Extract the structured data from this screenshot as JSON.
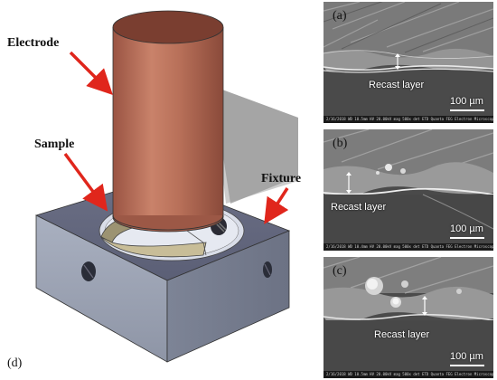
{
  "cad": {
    "electrode_label": "Electrode",
    "sample_label": "Sample",
    "fixture_label": "Fixture",
    "panel_tag": "(d)"
  },
  "colors": {
    "electrode": "#b9705a",
    "fixture": "#9aa2b3",
    "arrow": "#e0261c"
  },
  "sem_panels": [
    {
      "tag": "(a)",
      "recast_label": "Recast layer",
      "scale_label": "100 µm",
      "info": "2/16/2018  WD 10.5mm  HV 20.00kV  mag 500x  det ETD  Quanta FEG Electron Microscope"
    },
    {
      "tag": "(b)",
      "recast_label": "Recast layer",
      "scale_label": "100 µm",
      "info": "2/16/2018  WD 10.4mm  HV 20.00kV  mag 500x  det ETD  Quanta FEG Electron Microscope"
    },
    {
      "tag": "(c)",
      "recast_label": "Recast layer",
      "scale_label": "100 µm",
      "info": "2/16/2018  WD 10.5mm  HV 20.00kV  mag 500x  det ETD  Quanta FEG Electron Microscope"
    }
  ]
}
